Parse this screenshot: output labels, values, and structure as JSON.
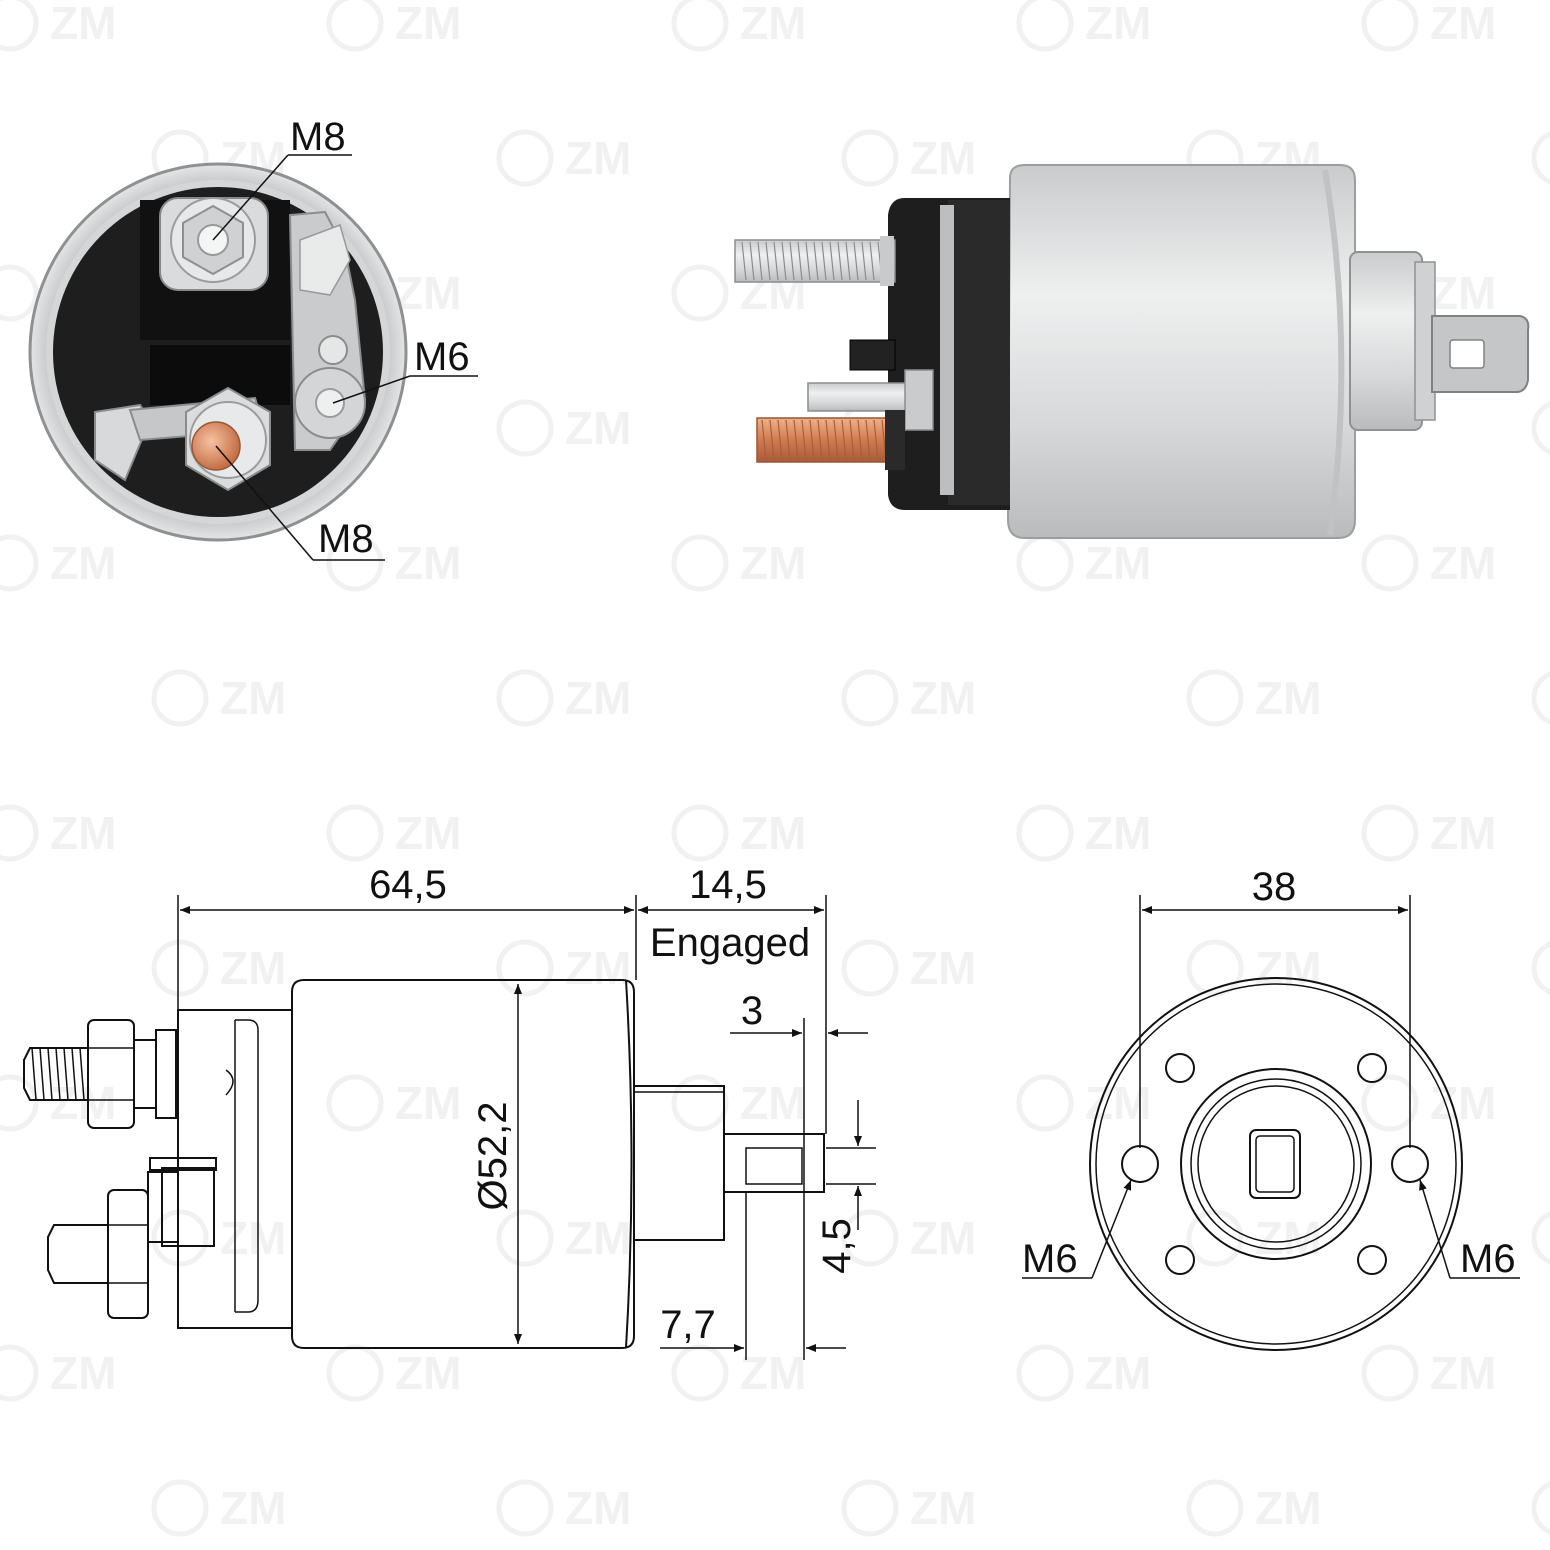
{
  "watermark": {
    "text": "ZM"
  },
  "photo_end_view": {
    "callouts": [
      {
        "id": "top",
        "label": "M8"
      },
      {
        "id": "mid",
        "label": "M6"
      },
      {
        "id": "bottom",
        "label": "M8"
      }
    ]
  },
  "drawing_side_view": {
    "dim_body_length": "64,5",
    "dim_plunger_travel": "14,5",
    "engaged_note": "Engaged",
    "dim_tab_thickness": "3",
    "dim_diameter": "Ø52,2",
    "dim_tab_height": "4,5",
    "dim_tab_length": "7,7"
  },
  "drawing_front_view": {
    "dim_hole_spacing": "38",
    "left_hole_label": "M6",
    "right_hole_label": "M6"
  },
  "colors": {
    "line": "#111111",
    "housing_silver": "#d8dadb",
    "insulator_black": "#1c1c1c",
    "copper": "#d98a62",
    "watermark": "#f1f1f1"
  }
}
